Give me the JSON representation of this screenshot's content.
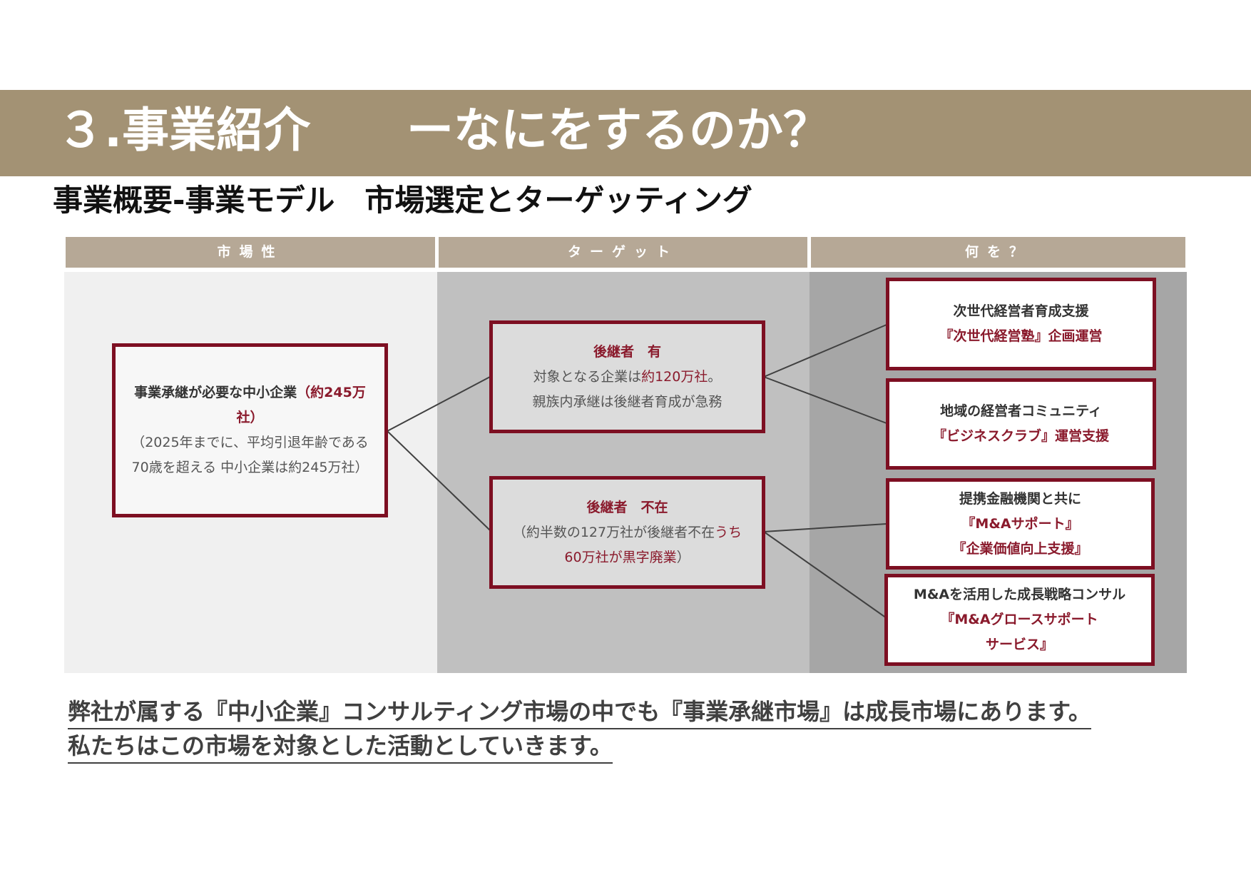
{
  "header": {
    "title": "３.事業紹介",
    "subtitle": "ーなにをするのか？"
  },
  "subheading": "事業概要-事業モデル　市場選定とターゲッティング",
  "columns": [
    {
      "label": "市場性"
    },
    {
      "label": "ターゲット"
    },
    {
      "label": "何を？"
    }
  ],
  "market": {
    "line1_a": "事業承継が必要な中小企業",
    "line1_b": "（約245万",
    "line2": "社）",
    "line3": "（2025年までに、平均引退年齢である",
    "line4": "70歳を超える 中小企業は約245万社）"
  },
  "targets": {
    "with_successor": {
      "title": "後継者　有",
      "line1_a": "対象となる企業は",
      "line1_b": "約120万社",
      "line1_c": "。",
      "line2": "親族内承継は後継者育成が急務"
    },
    "no_successor": {
      "title": "後継者　不在",
      "line1_a": "（約半数の127万社が後継者不在",
      "line1_b": "うち",
      "line2_a": "60万社が黒字廃業",
      "line2_b": "）"
    }
  },
  "services": [
    {
      "line1": "次世代経営者育成支援",
      "line2": "『次世代経営塾』企画運営"
    },
    {
      "line1": "地域の経営者コミュニティ",
      "line2": "『ビジネスクラブ』運営支援"
    },
    {
      "line1": "提携金融機関と共に",
      "line2": "『M&Aサポート』",
      "line3": "『企業価値向上支援』"
    },
    {
      "line1": "M&Aを活用した成長戦略コンサル",
      "line2": "『M&Aグロースサポート",
      "line3": "サービス』"
    }
  ],
  "conclusion": {
    "line1": "弊社が属する『中小企業』コンサルティング市場の中でも『事業承継市場』は成長市場にあります。",
    "line2": "私たちはこの市場を対象とした活動としていきます。"
  },
  "colors": {
    "title_band": "#a39274",
    "column_header": "#b6a896",
    "box_border": "#7d0f22",
    "accent_text": "#8a1a2c"
  }
}
